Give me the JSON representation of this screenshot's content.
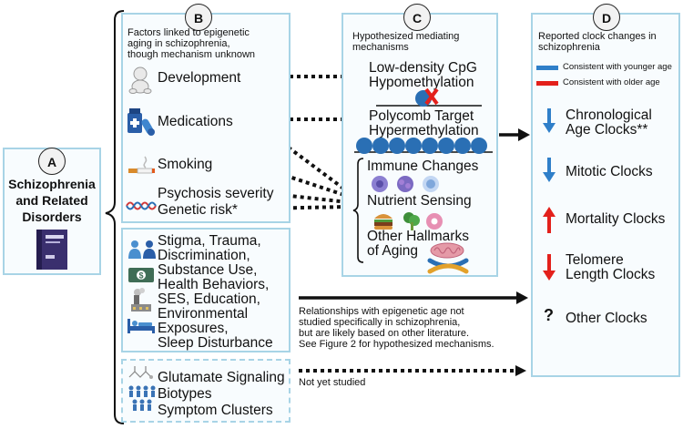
{
  "panel_a": {
    "letter": "A",
    "title_line1": "Schizophrenia",
    "title_line2": "and Related",
    "title_line3": "Disorders"
  },
  "panel_b": {
    "letter": "B",
    "header_line1": "Factors linked to epigenetic",
    "header_line2": "aging in schizophrenia,",
    "header_line3": "though mechanism unknown",
    "items": [
      "Development",
      "Medications",
      "Smoking",
      "Psychosis severity",
      "Genetic risk*"
    ]
  },
  "panel_other": {
    "items": [
      "Stigma, Trauma,",
      "Discrimination,",
      "Substance Use,",
      "Health Behaviors,",
      "SES, Education,",
      "Environmental",
      "Exposures,",
      "Sleep Disturbance"
    ]
  },
  "panel_unstudied": {
    "items": [
      "Glutamate Signaling",
      "Biotypes",
      "Symptom Clusters"
    ]
  },
  "panel_c": {
    "letter": "C",
    "header_line1": "Hypothesized mediating",
    "header_line2": "mechanisms",
    "mech1_line1": "Low-density CpG",
    "mech1_line2": "Hypomethylation",
    "mech2_line1": "Polycomb Target",
    "mech2_line2": "Hypermethylation",
    "mech3": "Immune Changes",
    "mech4": "Nutrient Sensing",
    "mech5_line1": "Other Hallmarks",
    "mech5_line2": "of Aging"
  },
  "panel_d": {
    "letter": "D",
    "header_line1": "Reported clock changes in",
    "header_line2": "schizophrenia",
    "legend_younger": "Consistent with younger age",
    "legend_older": "Consistent with older age",
    "clock1_line1": "Chronological",
    "clock1_line2": "Age Clocks**",
    "clock2": "Mitotic Clocks",
    "clock3": "Mortality Clocks",
    "clock4_line1": "Telomere",
    "clock4_line2": "Length Clocks",
    "clock5": "Other Clocks",
    "question_mark": "?"
  },
  "annotations": {
    "rel_line1": "Relationships with epigenetic age not",
    "rel_line2": "studied specifically in schizophrenia,",
    "rel_line3": "but are likely based on other literature.",
    "rel_line4": "See Figure 2 for hypothesized mechanisms.",
    "not_studied": "Not yet studied"
  },
  "colors": {
    "box_border": "#a8d4e6",
    "younger": "#2f7fc9",
    "older": "#e3201b",
    "dna_blue": "#2a6fb4"
  }
}
